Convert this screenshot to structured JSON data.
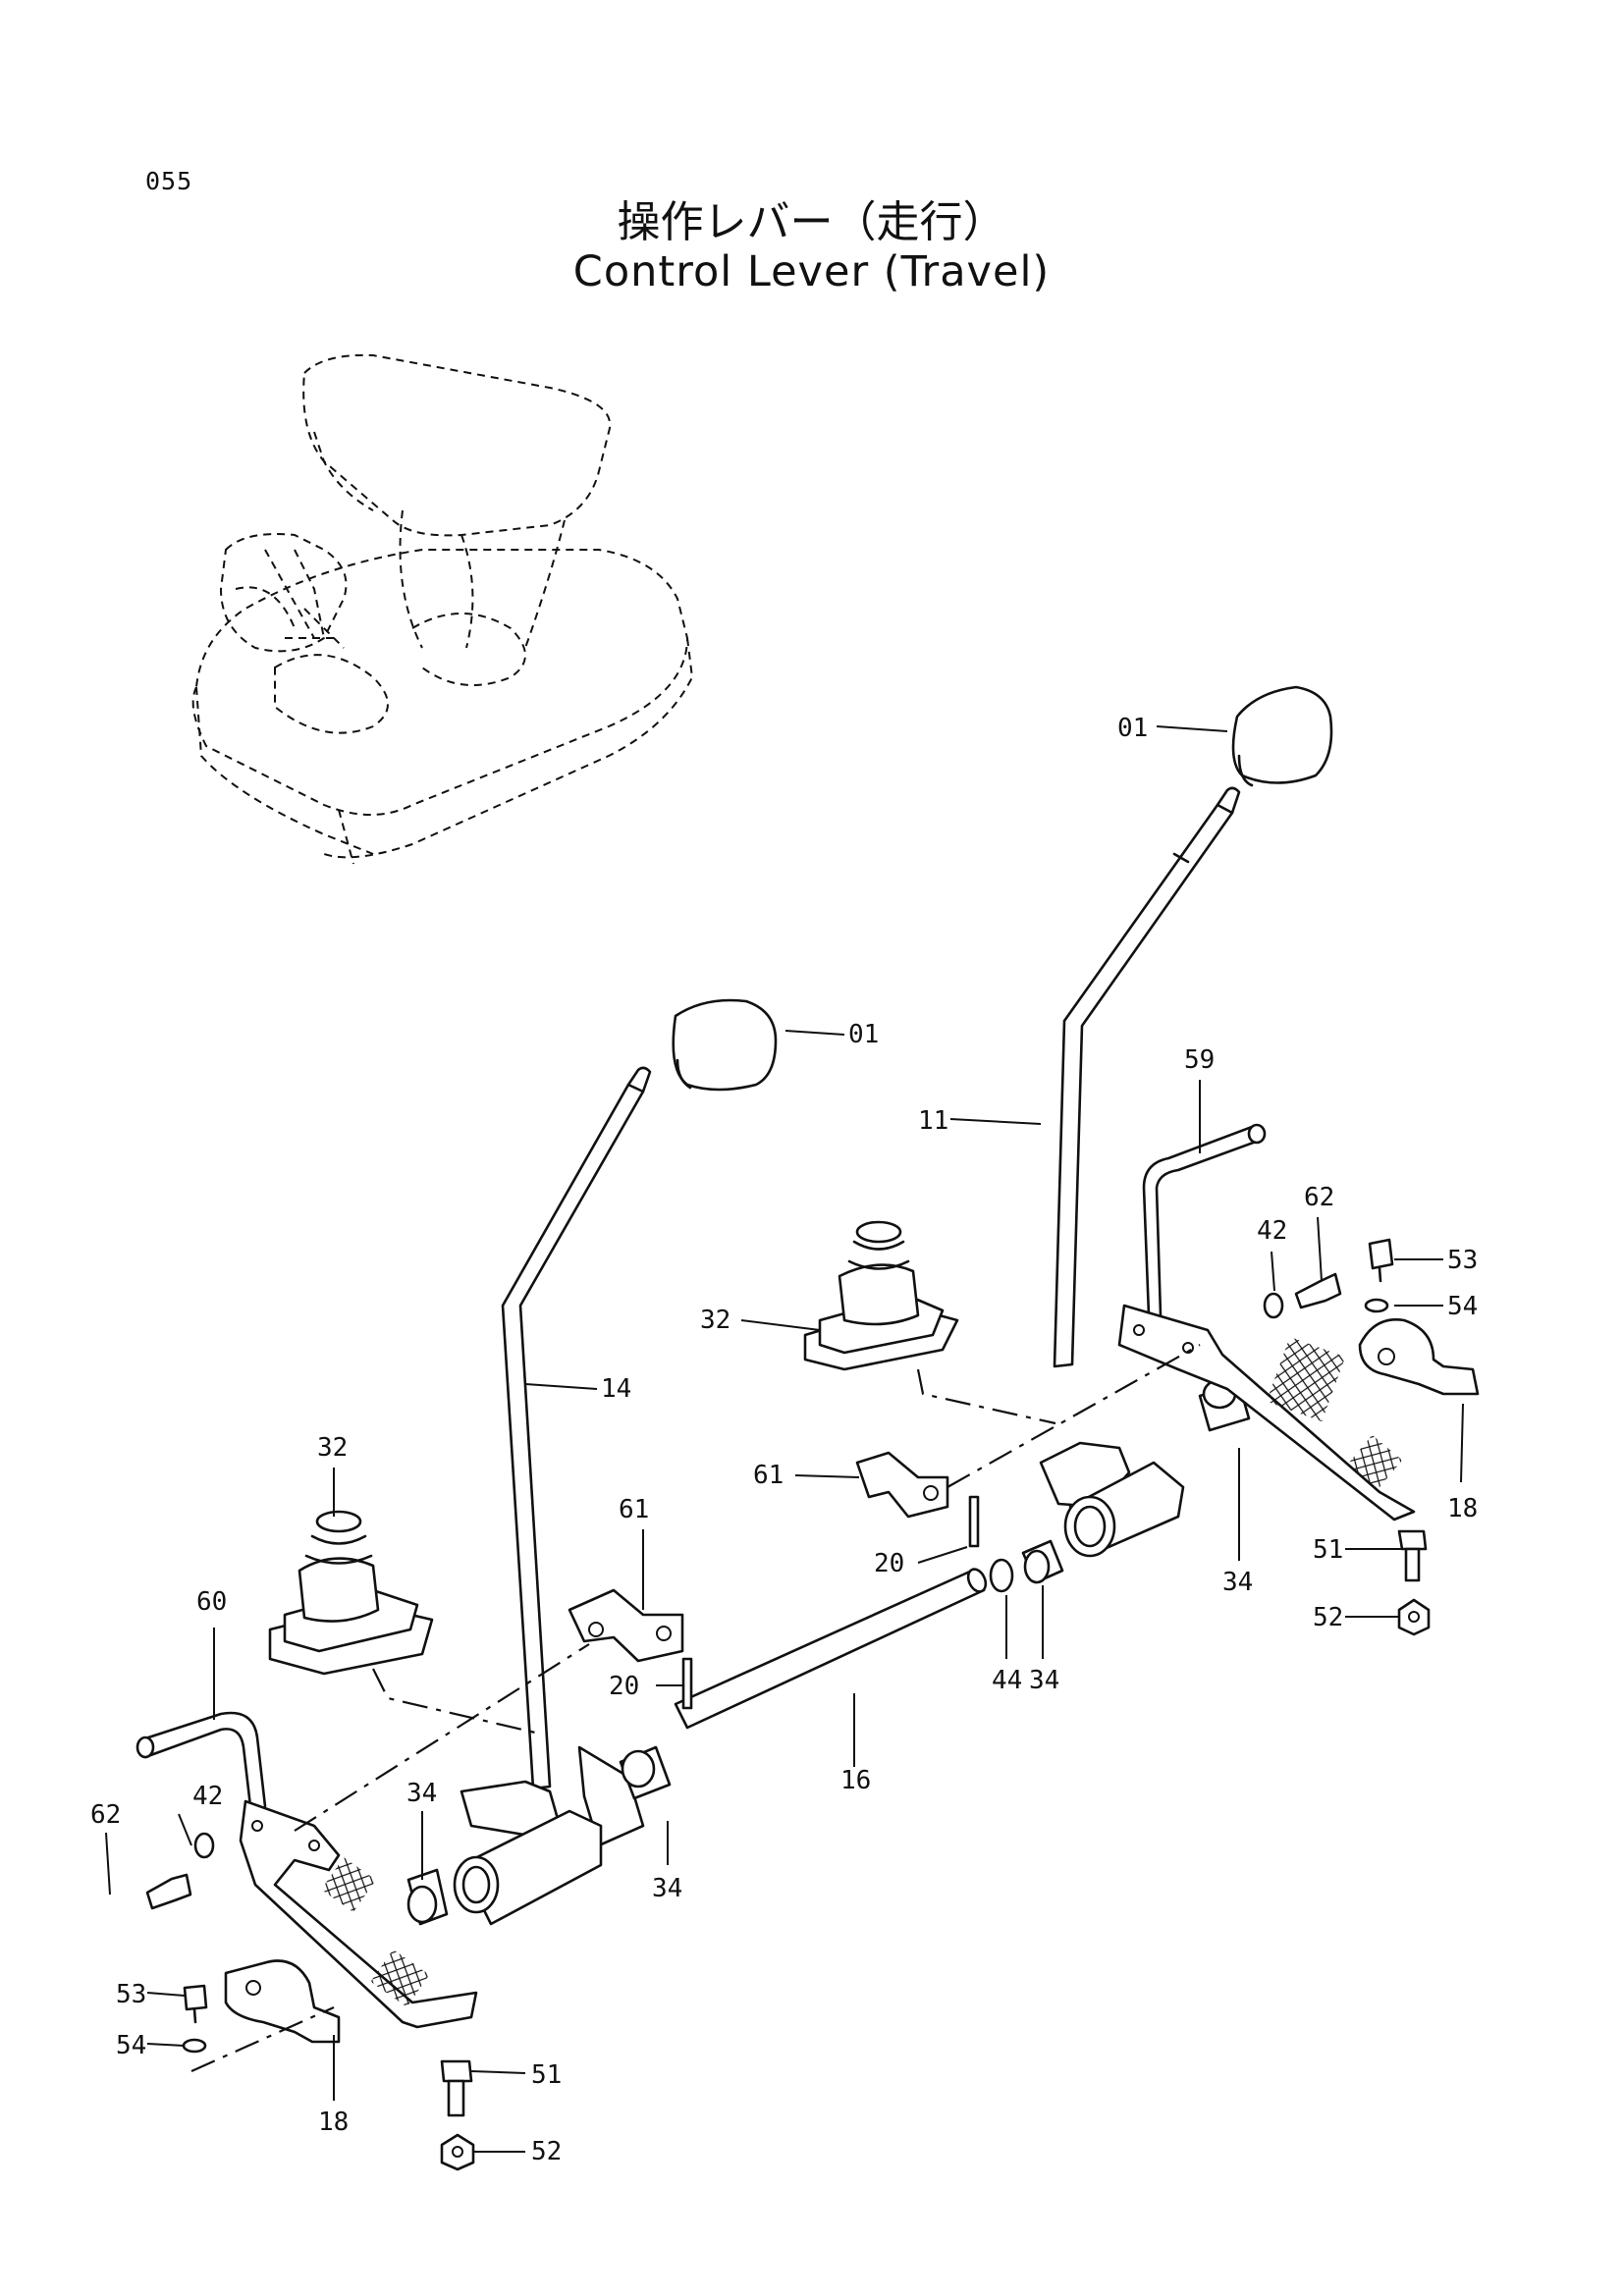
{
  "page_number": "055",
  "title_jp": "操作レバー（走行）",
  "title_en": "Control Lever (Travel)",
  "callouts": {
    "knob_right": "01",
    "knob_left": "01",
    "lever_right": "11",
    "lever_left": "14",
    "shaft": "16",
    "pedal_right": "18",
    "pedal_left": "18",
    "pin_right": "20",
    "pin_left": "20",
    "boot_right": "32",
    "boot_left": "32",
    "bushing_right_outer": "34",
    "bushing_right_inner": "34",
    "bushing_left_center": "34",
    "bushing_left_outer": "34",
    "washer_right": "42",
    "washer_left": "42",
    "washer_shaft": "44",
    "bolt_right": "51",
    "bolt_left": "51",
    "nut_right": "52",
    "nut_left": "52",
    "bolt_clamp_right": "53",
    "bolt_clamp_left": "53",
    "lockwasher_right": "54",
    "lockwasher_left": "54",
    "arm_right": "59",
    "arm_left": "60",
    "bracket_right": "61",
    "bracket_left": "61",
    "screw_right": "62",
    "screw_left": "62"
  }
}
